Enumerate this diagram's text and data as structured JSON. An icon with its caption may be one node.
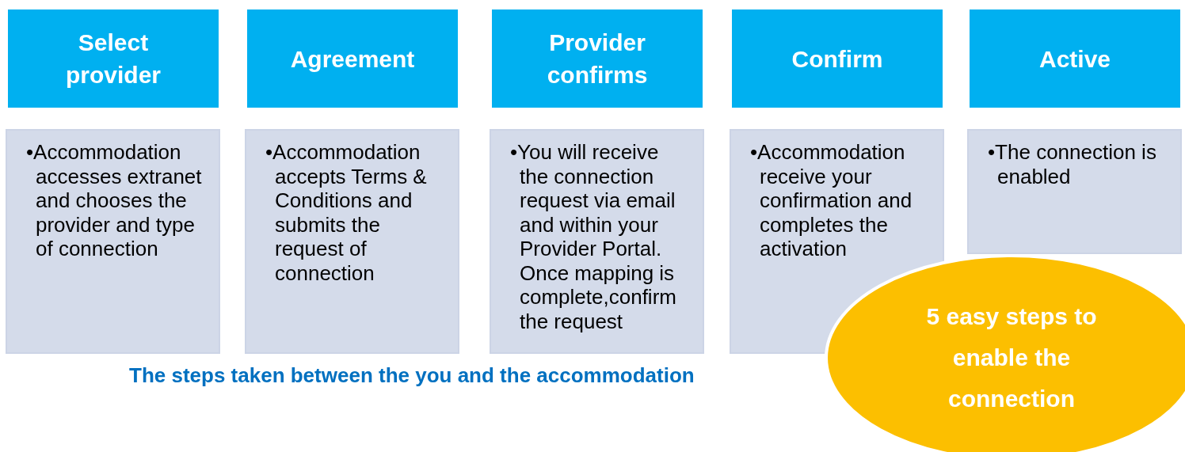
{
  "diagram": {
    "nodes": [
      {
        "text": [
          "Select provider"
        ]
      },
      {
        "text": [
          "Agreement"
        ]
      },
      {
        "text": [
          "Provider confirms"
        ]
      },
      {
        "text": [
          "Confirm"
        ]
      },
      {
        "text": [
          "Active"
        ]
      },
      {
        "text": [
          "•Accommodation accesses extranet and chooses the provider and type of connection"
        ]
      },
      {
        "text": [
          "•Accommodation accepts Terms & Conditions and submits the request of connection"
        ]
      },
      {
        "text": [
          "•You will receive the connection request via email and within your Provider Portal. Once mapping is complete,confirm the request"
        ]
      },
      {
        "text": [
          "•Accommodation receive your confirmation and completes the activation"
        ]
      },
      {
        "text": [
          "•The connection is enabled"
        ]
      },
      {
        "text": [
          "5 easy steps to enable the connection"
        ]
      }
    ],
    "labels": [
      "The steps taken between the you and the accommodation"
    ]
  }
}
